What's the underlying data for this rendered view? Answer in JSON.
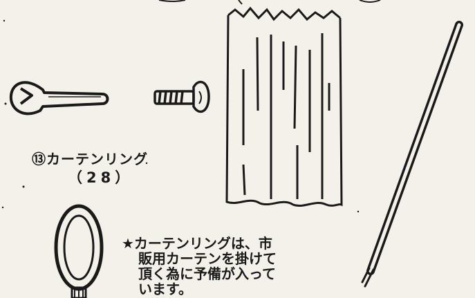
{
  "items": {
    "curtain_ring": {
      "label": "⑬カーテンリング",
      "quantity": "（28）"
    }
  },
  "note": {
    "lines": [
      "★カーテンリングは、市",
      "販用カーテンを掛けて",
      "頂く為に予備が入って",
      "います。"
    ]
  },
  "colors": {
    "ink": "#1a1a1a",
    "paper": "#f4f1ea"
  }
}
